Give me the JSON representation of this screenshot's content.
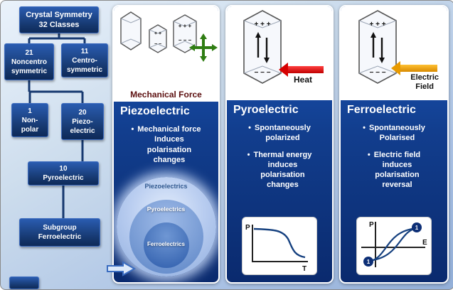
{
  "flowchart": {
    "root": "Crystal Symmetry\n32 Classes",
    "noncentro": "21\nNoncentro\nsymmetric",
    "centro": "11\nCentro-\nsymmetric",
    "nonpolar": "1\nNon-\npolar",
    "piezo": "20\nPiezo-\nelectric",
    "pyro": "10\nPyroelectric",
    "subgroup": "Subgroup\nFerroelectric"
  },
  "panels": {
    "piezoelectric": {
      "caption": "Mechanical Force",
      "title": "Piezoelectric",
      "bullet1": "Mechanical force\nInduces\npolarisation\nchanges",
      "circles": {
        "outer": "Piezoelectrics",
        "middle": "Pyroelectrics",
        "inner": "Ferroelectrics"
      }
    },
    "pyroelectric": {
      "caption": "Heat",
      "title": "Pyroelectric",
      "bullet1": "Spontaneously\npolarized",
      "bullet2": "Thermal energy\ninduces\npolarisation\nchanges",
      "graph": {
        "ylabel": "P",
        "xlabel": "T"
      }
    },
    "ferroelectric": {
      "caption": "Electric\nField",
      "title": "Ferroelectric",
      "bullet1": "Spontaneously\nPolarised",
      "bullet2": "Electric field\ninduces\npolarisation\nreversal",
      "graph": {
        "ylabel": "P",
        "xlabel": "E",
        "marker1": "1",
        "marker2": "1"
      }
    }
  },
  "colors": {
    "panel_blue": "#123e8e",
    "node_blue": "#16386f",
    "heat_arrow": "#d40000",
    "electric_arrow": "#e89a00",
    "force_cross": "#2f7d12",
    "caption_red": "#5c0f0f"
  }
}
